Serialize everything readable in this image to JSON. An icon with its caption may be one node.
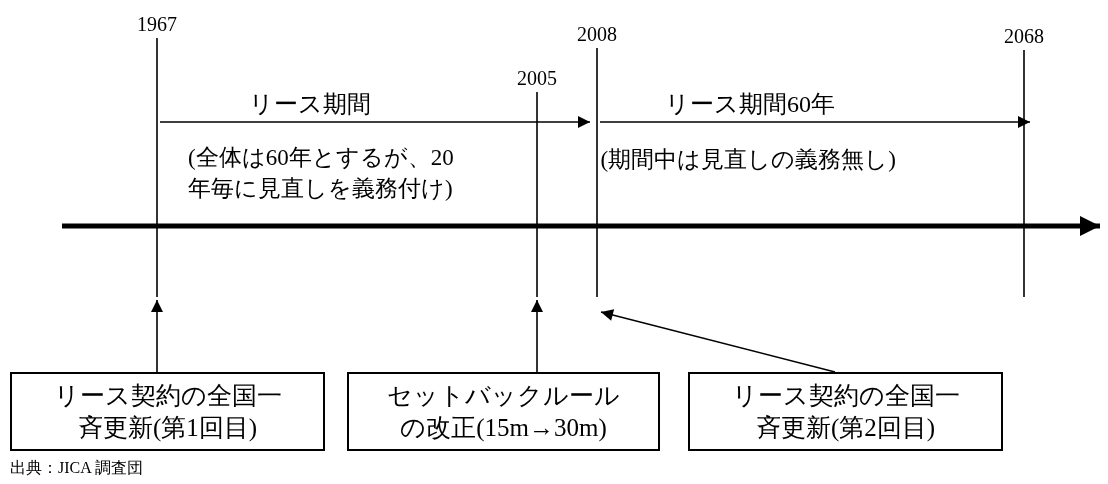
{
  "diagram": {
    "nodes": [
      {
        "text": [
          "リース契約の全国一斉更新(第1回目)"
        ]
      },
      {
        "text": [
          "セットバックルールの改正(15m→30m)"
        ]
      },
      {
        "text": [
          "リース契約の全国一斉更新(第2回目)"
        ]
      }
    ],
    "edges": [
      {
        "from": 0,
        "to": null,
        "arrow": "to"
      },
      {
        "from": 1,
        "to": null,
        "arrow": "to"
      },
      {
        "from": 2,
        "to": null,
        "arrow": "to"
      }
    ],
    "labels": [
      "1967",
      "2008",
      "2068",
      "2005",
      "リース期間",
      "リース期間60年",
      "(全体は60年とするが、20年毎に見直しを義務付け)",
      "(期間中は見直しの義務無し)",
      "出典：JICA 調査団"
    ]
  }
}
